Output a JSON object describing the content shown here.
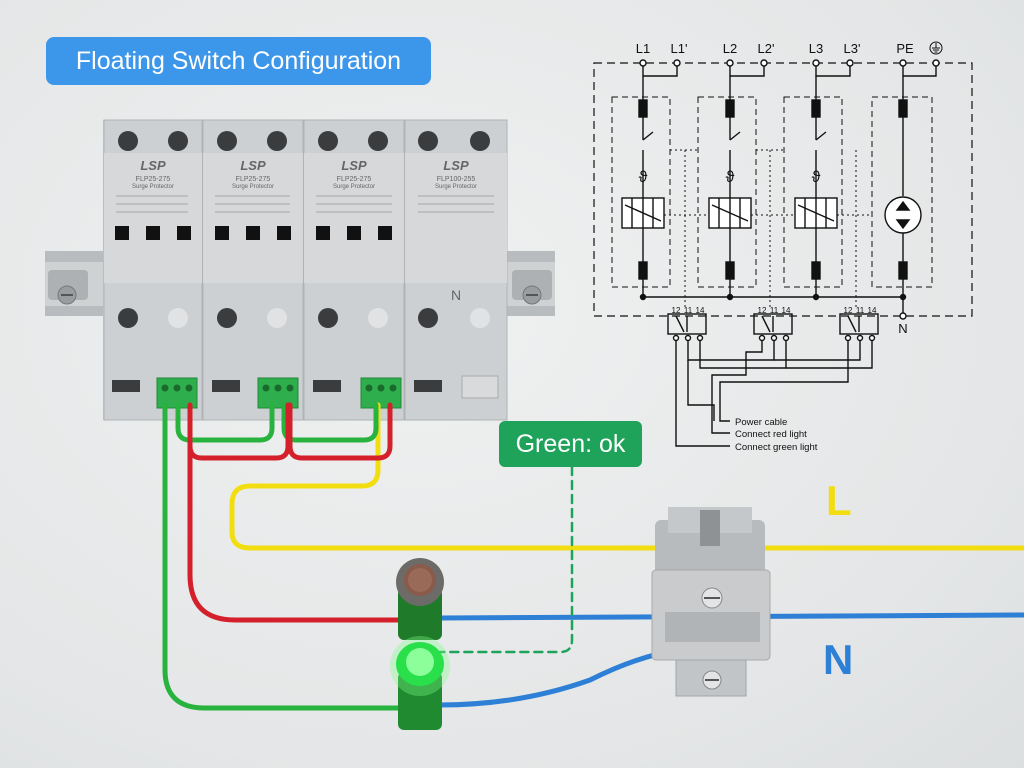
{
  "title": "Floating Switch Configuration",
  "status_label": "Green: ok",
  "wire_labels": {
    "line": "L",
    "neutral": "N"
  },
  "modules": [
    {
      "brand": "LSP",
      "model": "FLP25-275",
      "desc": "Surge Protector"
    },
    {
      "brand": "LSP",
      "model": "FLP25-275",
      "desc": "Surge Protector"
    },
    {
      "brand": "LSP",
      "model": "FLP25-275",
      "desc": "Surge Protector"
    },
    {
      "brand": "LSP",
      "model": "FLP100-255",
      "desc": "Surge Protector",
      "terminal": "N"
    }
  ],
  "schematic": {
    "terminals": [
      "L1",
      "L1'",
      "L2",
      "L2'",
      "L3",
      "L3'",
      "PE"
    ],
    "neutral": "N",
    "contacts": [
      "12",
      "11",
      "14"
    ],
    "thermal_symbol": "ϑ",
    "legend": [
      "Power cable",
      "Connect red light",
      "Connect green light"
    ]
  },
  "colors": {
    "title_badge": "#3c96ea",
    "status_badge": "#1fa35a",
    "wire_yellow": "#f2de10",
    "wire_blue": "#2e7fd6",
    "wire_red": "#d3202a",
    "wire_green": "#27b33e",
    "module_body": "#c9cbcd",
    "terminal_block": "#2fae4d"
  },
  "icons": [
    "ground-icon",
    "thermal-icon",
    "spark-gap-icon",
    "indicator-light-icon"
  ]
}
